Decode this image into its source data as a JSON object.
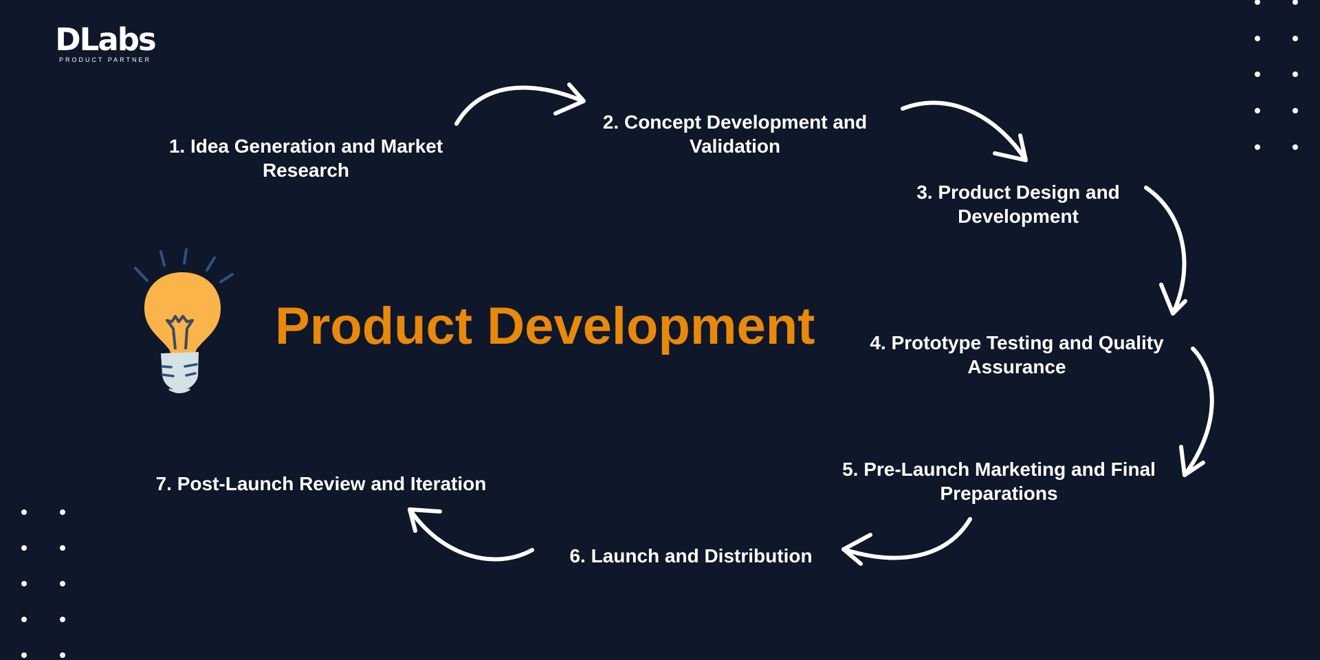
{
  "brand": {
    "name": "DLabs",
    "tagline": "PRODUCT PARTNER"
  },
  "title": "Product Development",
  "steps": [
    {
      "line1": "1. Idea Generation and Market",
      "line2": "Research"
    },
    {
      "line1": "2. Concept Development and",
      "line2": "Validation"
    },
    {
      "line1": "3. Product Design and",
      "line2": "Development"
    },
    {
      "line1": "4. Prototype Testing and Quality",
      "line2": "Assurance"
    },
    {
      "line1": "5. Pre-Launch Marketing and Final",
      "line2": "Preparations"
    },
    {
      "line1": "6. Launch and Distribution"
    },
    {
      "line1": "7. Post-Launch Review and Iteration"
    }
  ],
  "colors": {
    "background": "#0f172a",
    "accent": "#e8890c",
    "bulb": "#fbb44a",
    "text": "#ffffff"
  },
  "icons": [
    "lightbulb-icon",
    "arrow-icon",
    "dot-pattern"
  ]
}
